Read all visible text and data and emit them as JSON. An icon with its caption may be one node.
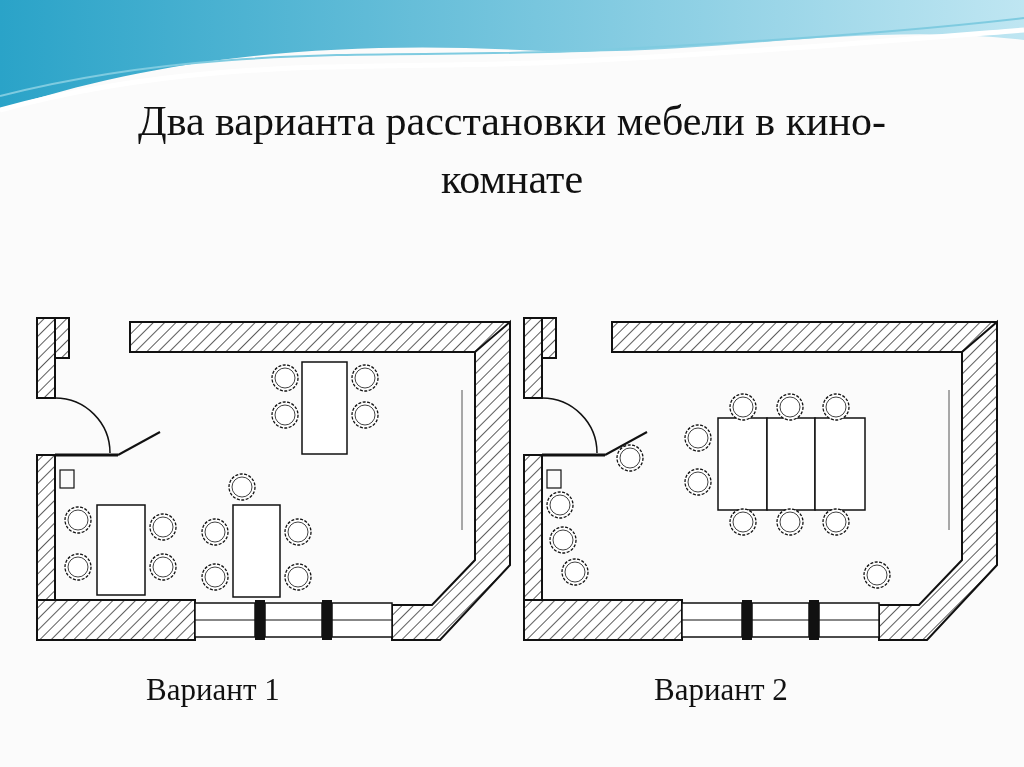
{
  "diagram": {
    "title": "Два варианта расстановки мебели в кино-комнате",
    "labels": [
      "Вариант 1",
      "Вариант 2"
    ]
  }
}
